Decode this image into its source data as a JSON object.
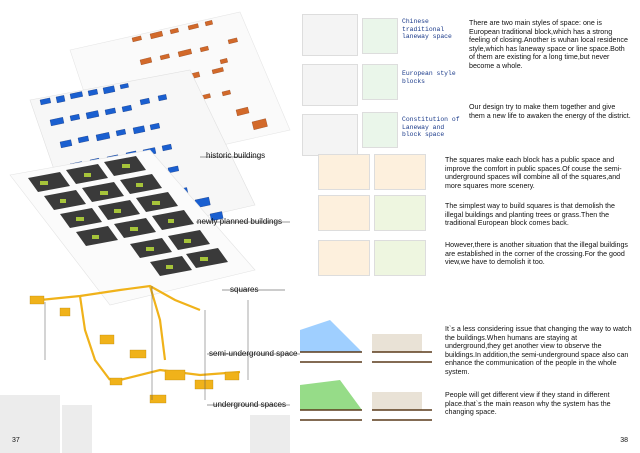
{
  "layers": {
    "historic": "historic buildings",
    "planned": "newly planned buildings",
    "squares": "squares",
    "semi": "semi-underground space",
    "underground": "underground spaces"
  },
  "legend": [
    {
      "text": "Chinese\ntraditional\nlaneway space"
    },
    {
      "text": "European style\nblocks"
    },
    {
      "text": "Constitution of\nLaneway and\nblock space"
    }
  ],
  "paragraphs": {
    "p1": "There are two main styles of space: one is European traditional block,which has a strong feeling of closing.Another is wuhan local residence style,which has laneway space or line space.Both of them are  existing for a long time,but never become a whole.",
    "p2": "Our design try to make them together and give them a new life to awaken the energy of the district.",
    "p3": "The squares make each block has a public space and improve the comfort in public spaces.Of couse the semi-underground spaces will combine all of the squares,and more squares more scenery.",
    "p4": "The simplest way to build squares is that demolish the illegal buildings and planting trees or grass.Then the traditional European block comes back.",
    "p5": "However,there is another situation that the illegal buildings are established in the corner of the crossing.For the good view,we have to demolish it too.",
    "p6": "It`s a less considering issue that changing the way to watch the buildings.When humans are staying at underground,they get another view to observe the buildings.In addition,the semi-underground space also can enhance the communication of the people in the whole system.",
    "p7": "People will get different view if they stand in different place.that`s the main reason why the system has the changing space."
  },
  "page_numbers": {
    "left": "37",
    "right": "38"
  },
  "colors": {
    "historic": "#d2692a",
    "planned": "#1a5fd0",
    "squares_base": "#3a3a3a",
    "squares_green": "#a6c43a",
    "routes": "#f0b21a",
    "view_sky": "#7fbfff",
    "view_green": "#7cd36a"
  }
}
